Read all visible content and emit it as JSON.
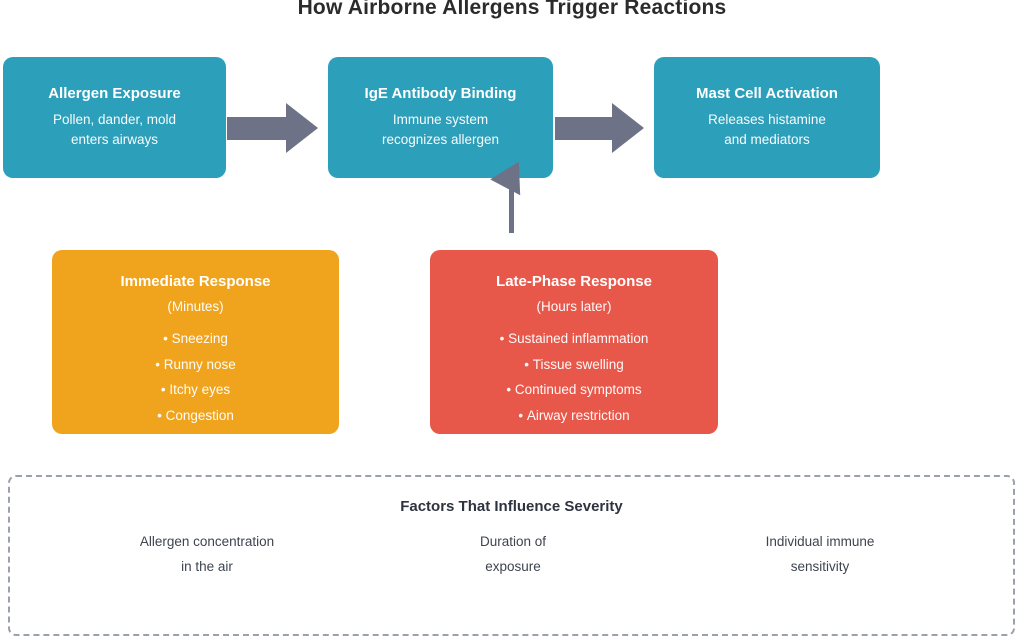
{
  "palette": {
    "background": "#FFFFFF",
    "teal_box": "#2C9FBA",
    "orange_box": "#F0A41E",
    "red_box": "#E8584A",
    "arrow": "#6E7287",
    "heading_text": "#2B2B2B",
    "panel_border": "#9AA0AC",
    "panel_text": "#3E4450"
  },
  "title": "How Airborne Allergens Trigger Reactions",
  "flow_steps": [
    {
      "title": "Allergen Exposure",
      "lines": [
        "Pollen, dander, mold",
        "enters airways"
      ]
    },
    {
      "title": "IgE Antibody Binding",
      "lines": [
        "Immune system",
        "recognizes allergen"
      ]
    },
    {
      "title": "Mast Cell Activation",
      "lines": [
        "Releases histamine",
        "and mediators"
      ]
    }
  ],
  "responses": [
    {
      "title": "Immediate Response",
      "timing": "(Minutes)",
      "items": [
        "Sneezing",
        "Runny nose",
        "Itchy eyes",
        "Congestion"
      ]
    },
    {
      "title": "Late-Phase Response",
      "timing": "(Hours later)",
      "items": [
        "Sustained inflammation",
        "Tissue swelling",
        "Continued symptoms",
        "Airway restriction"
      ]
    }
  ],
  "factors": {
    "title": "Factors That Influence Severity",
    "columns": [
      {
        "lines": [
          "Allergen concentration",
          "in the air"
        ]
      },
      {
        "lines": [
          "Duration of",
          "exposure"
        ]
      },
      {
        "lines": [
          "Individual immune",
          "sensitivity"
        ]
      }
    ]
  }
}
